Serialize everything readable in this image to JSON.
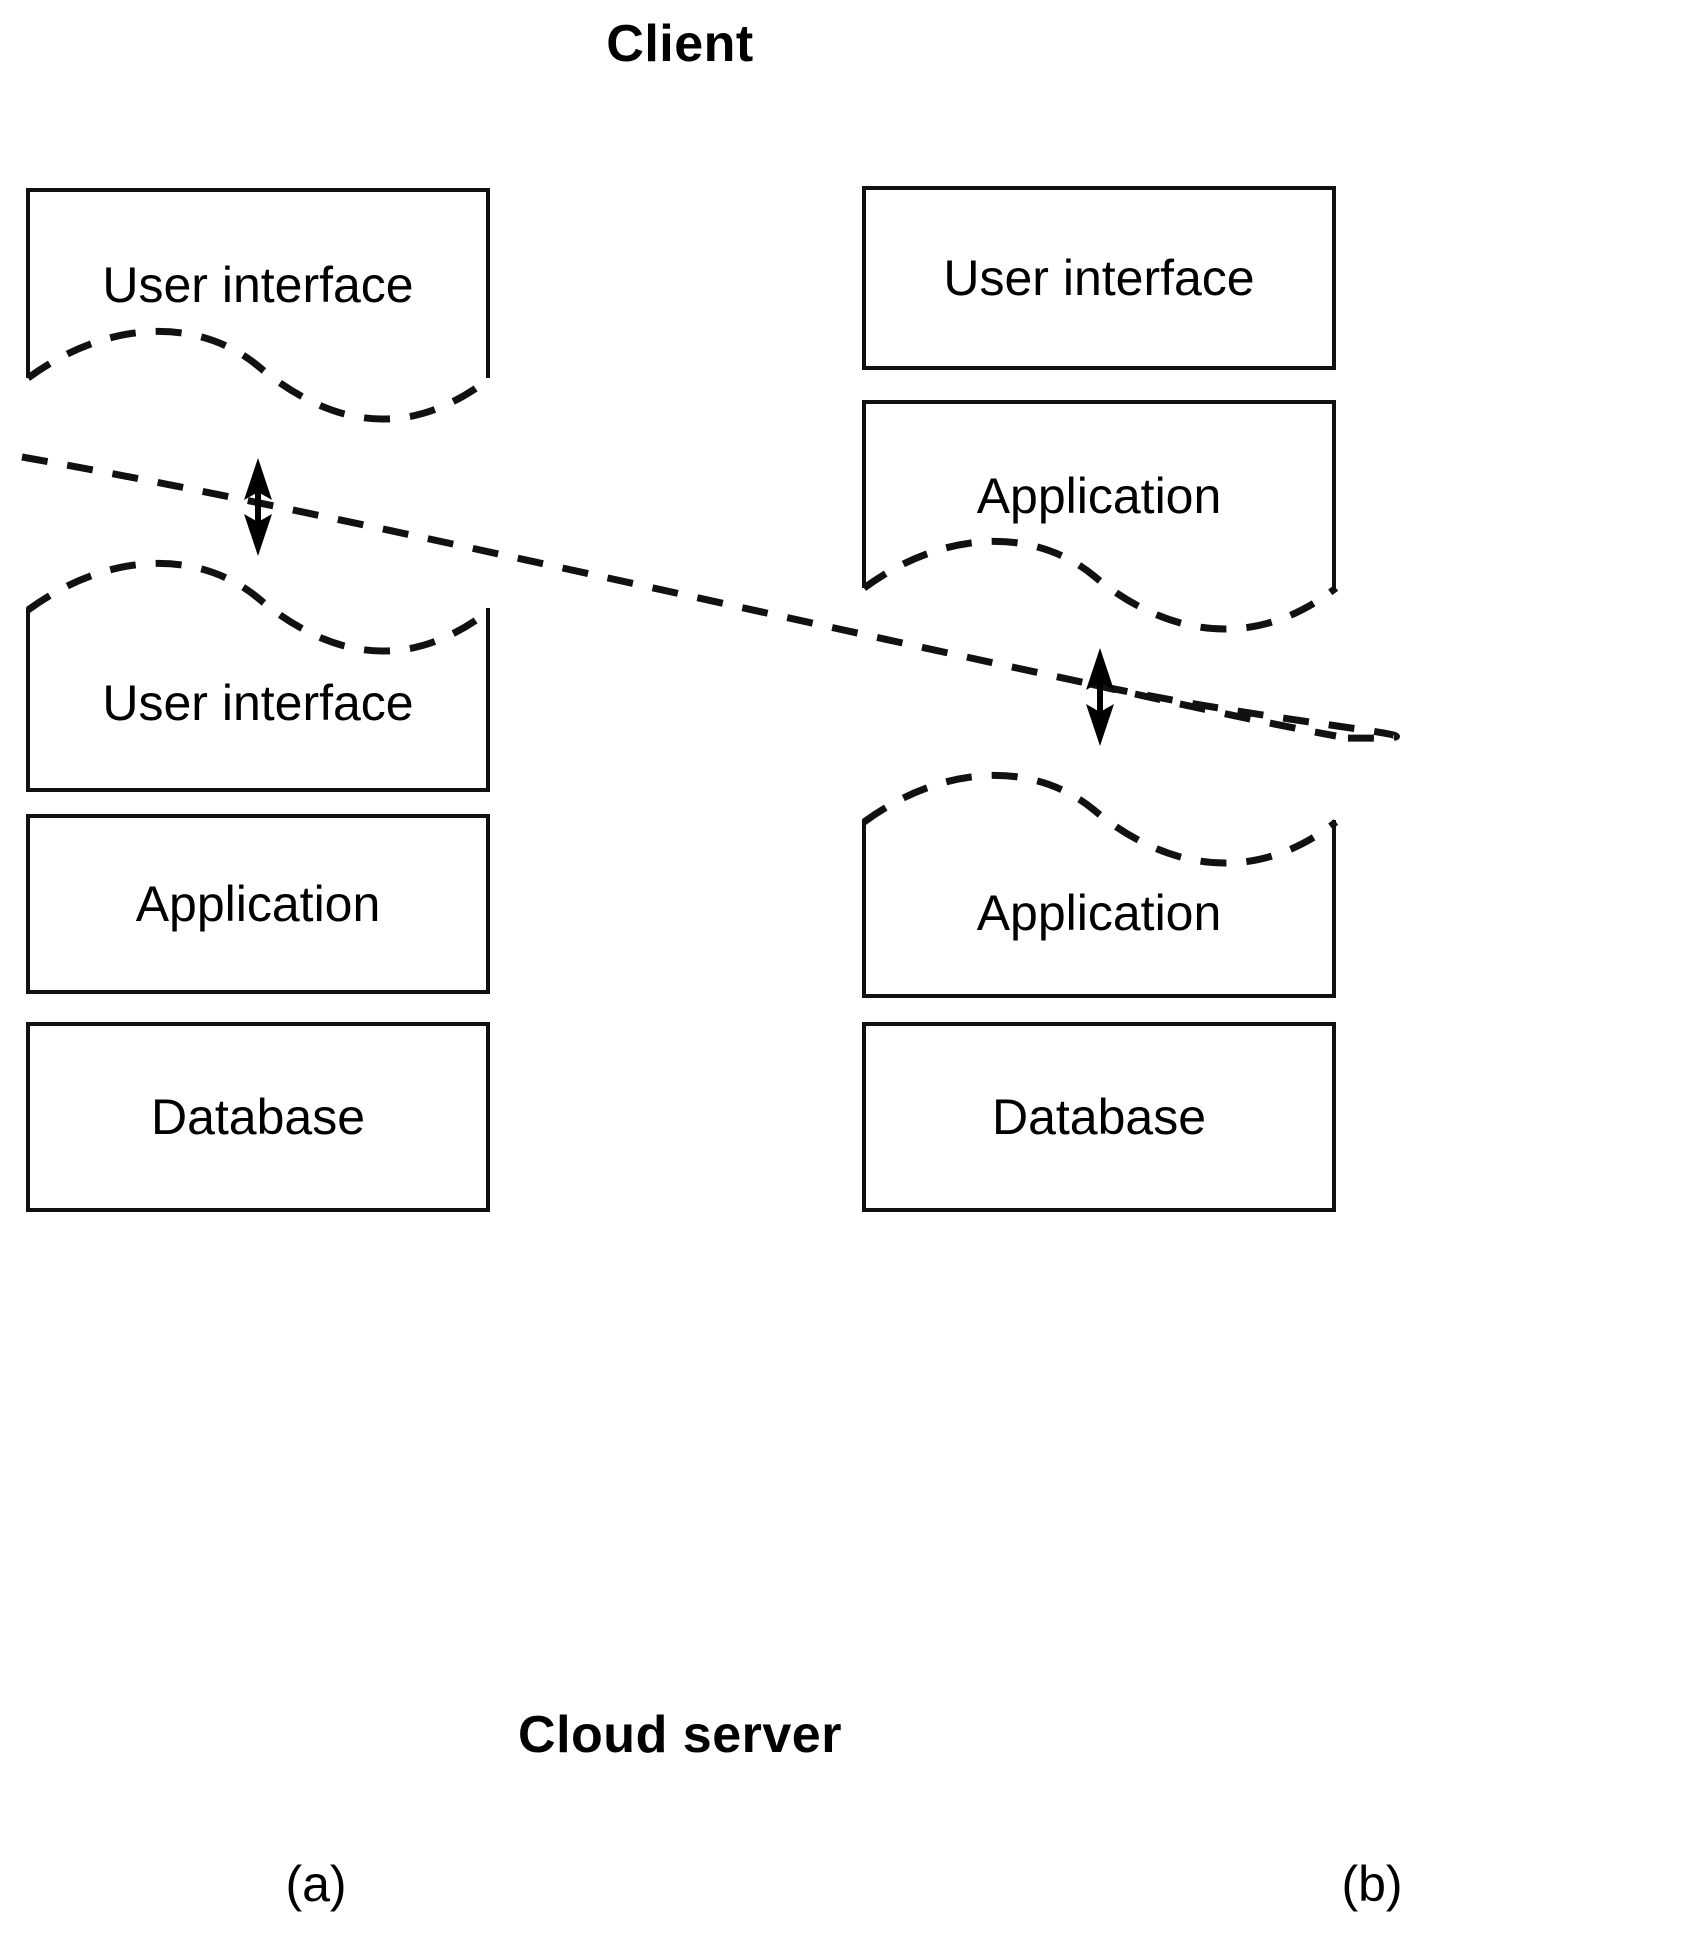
{
  "diagram": {
    "top_label": "Client",
    "bottom_label": "Cloud server",
    "panels": [
      {
        "id": "a",
        "caption": "(a)",
        "blocks": [
          {
            "label": "User interface",
            "tier": "client",
            "edge": "wavy-bottom"
          },
          {
            "label": "User interface",
            "tier": "cloud-server",
            "edge": "wavy-top"
          },
          {
            "label": "Application",
            "tier": "cloud-server",
            "edge": "solid"
          },
          {
            "label": "Database",
            "tier": "cloud-server",
            "edge": "solid"
          }
        ],
        "boundary_arrow": "double-headed-vertical-arrow"
      },
      {
        "id": "b",
        "caption": "(b)",
        "blocks": [
          {
            "label": "User interface",
            "tier": "client",
            "edge": "solid"
          },
          {
            "label": "Application",
            "tier": "client",
            "edge": "wavy-bottom"
          },
          {
            "label": "Application",
            "tier": "cloud-server",
            "edge": "wavy-top"
          },
          {
            "label": "Database",
            "tier": "cloud-server",
            "edge": "solid"
          }
        ],
        "boundary_arrow": "double-headed-vertical-arrow"
      }
    ],
    "boundary": {
      "style": "dashed",
      "description": "client / cloud-server split line"
    },
    "colors": {
      "stroke": "#111111",
      "text": "#000000",
      "background": "#ffffff"
    }
  }
}
